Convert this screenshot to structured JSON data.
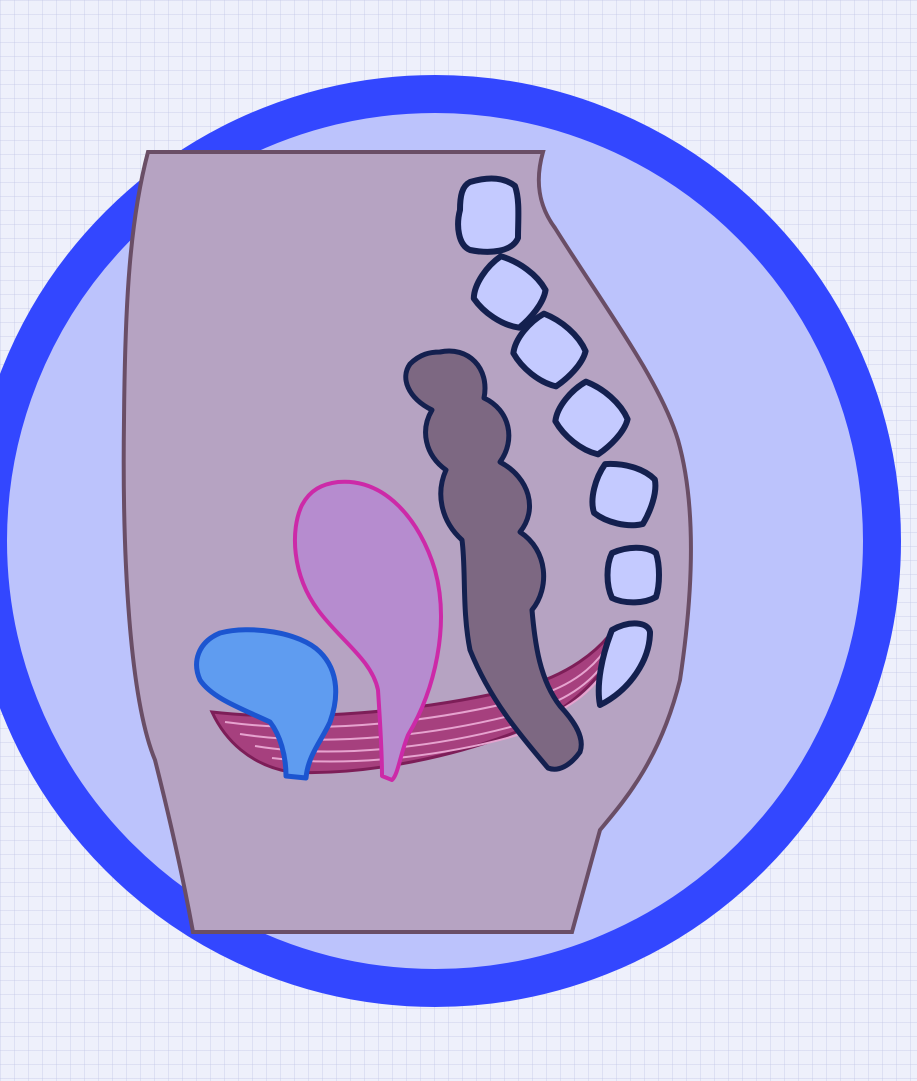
{
  "illustration": {
    "subject": "pelvic-floor-sagittal-view-icon",
    "structures": [
      "bladder",
      "uterus",
      "rectum",
      "sacrum-coccyx",
      "pelvic-floor-muscles"
    ]
  },
  "colors": {
    "page_background": "#eef0fb",
    "badge_ring": "#3347ff",
    "badge_fill": "#bcc3fc",
    "body_fill": "#b6a3c2",
    "body_outline": "#6a4e66",
    "bladder_fill": "#5f9cf0",
    "bladder_outline": "#1c55d0",
    "uterus_fill": "#b68ccf",
    "uterus_outline": "#cc2aa8",
    "rectum_fill": "#7d6882",
    "rectum_outline": "#14204f",
    "vertebra_fill": "#c4caff",
    "vertebra_outline": "#14204f",
    "muscle_fill": "#a6407e",
    "muscle_outline": "#7d1e58",
    "muscle_fiber": "#e6a3cf"
  }
}
